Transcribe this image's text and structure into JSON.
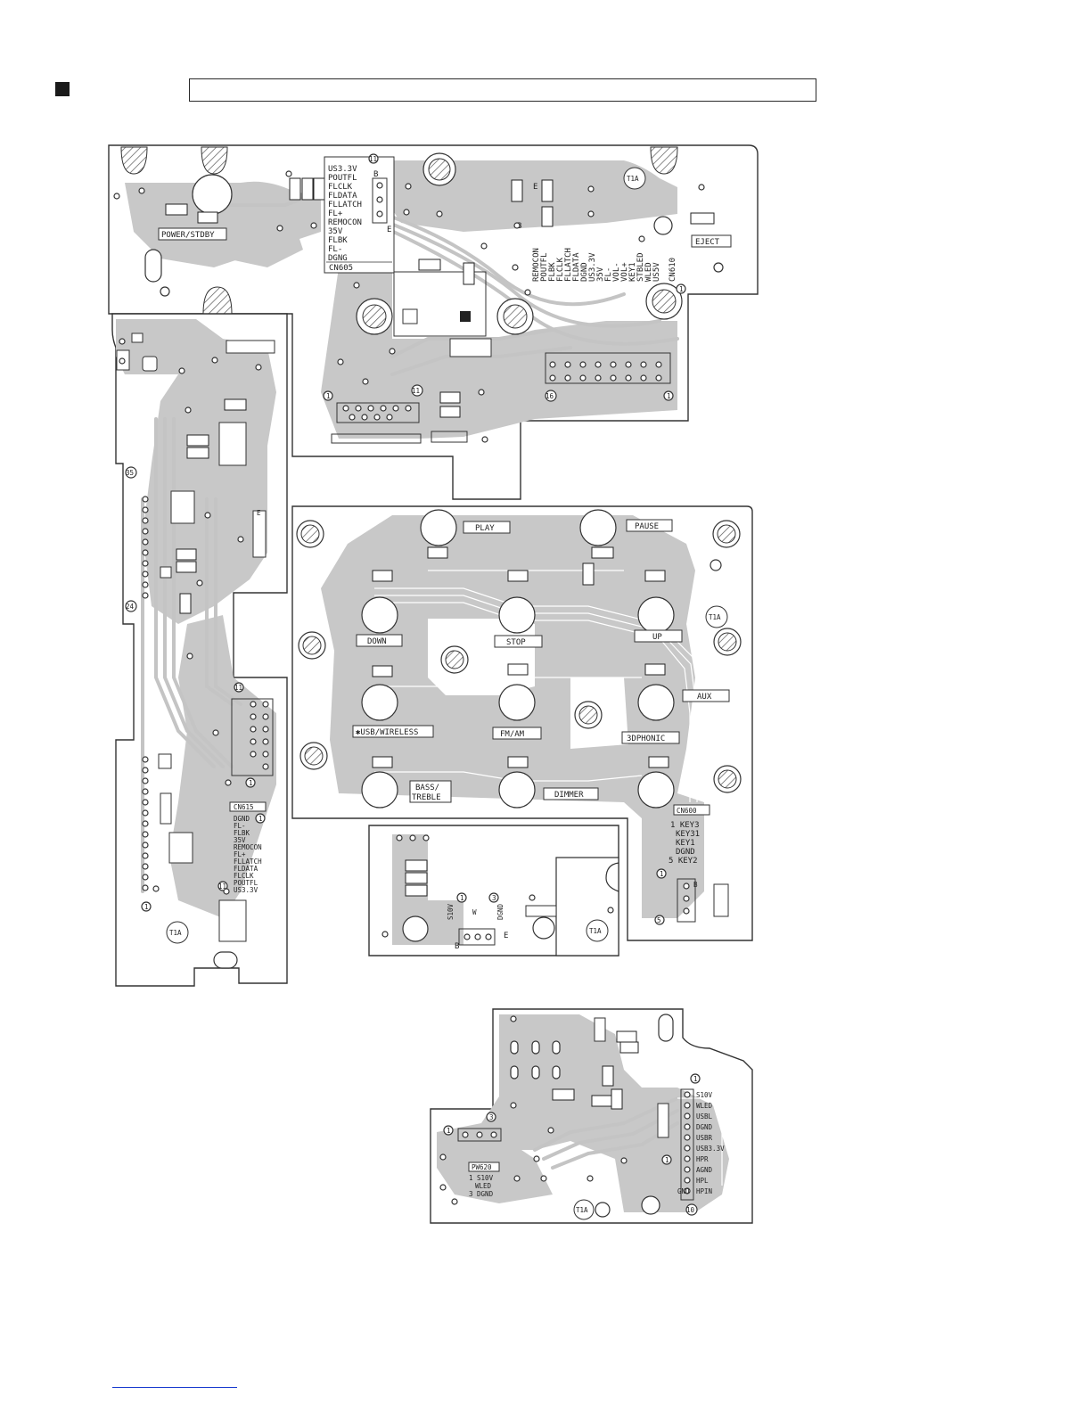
{
  "cn605": {
    "pins": [
      "US3.3V",
      "POUTFL",
      "FLCLK",
      "FLDATA",
      "FLLATCH",
      "FL+",
      "REMOCON",
      "35V",
      "FLBK",
      "FL-",
      "DGNG"
    ],
    "name": "CN605",
    "pin_first": "11",
    "marker_b": "B",
    "marker_e": "E"
  },
  "cn610": {
    "name": "CN610",
    "pins": [
      "US5V",
      "WLED",
      "STBLED",
      "KEY1",
      "VOL+",
      "VOL-",
      "FL-",
      "35V",
      "US3.3V",
      "DGND",
      "FLDATA",
      "FLLATCH",
      "FLCLK",
      "FLBK",
      "POUTFL",
      "REMOCON"
    ],
    "pin_one": "1",
    "pin_last": "16"
  },
  "top_board": {
    "power_label": "POWER/STDBY",
    "eject_label": "EJECT",
    "t1a": "T1A",
    "pin_one": "1",
    "pin_eleven": "11",
    "pin_sixteen": "16",
    "marker_b": "B",
    "marker_e": "E"
  },
  "left_board": {
    "cn615_name": "CN615",
    "cn615_pins": [
      "DGND",
      "FL-",
      "FLBK",
      "35V",
      "REMOCON",
      "FL+",
      "FLLATCH",
      "FLDATA",
      "FLCLK",
      "POUTFL",
      "US3.3V"
    ],
    "pin_one": "1",
    "pin_eleven": "11",
    "pin_35": "35",
    "pin_24": "24",
    "pin_e": "E",
    "t1a": "T1A"
  },
  "key_board": {
    "buttons": {
      "play": "PLAY",
      "pause": "PAUSE",
      "down": "DOWN",
      "stop": "STOP",
      "up": "UP",
      "aux": "AUX",
      "usb": "✱USB/WIRELESS",
      "fmam": "FM/AM",
      "threed": "3DPHONIC",
      "bass1": "BASS/",
      "bass2": "TREBLE",
      "dimmer": "DIMMER"
    },
    "cn600_name": "CN600",
    "cn600_pins": [
      "1 KEY3",
      "KEY31",
      "KEY1",
      "DGND",
      "5 KEY2"
    ],
    "t1a": "T1A",
    "pin_one": "1",
    "pin_five": "5",
    "pin_b": "B"
  },
  "small_board": {
    "w_label": "W",
    "pin_labels": [
      "S10V",
      "DGND"
    ],
    "t1a": "T1A",
    "pin_one": "1",
    "pin_three": "3",
    "marker_b": "B",
    "marker_e": "E"
  },
  "usb_board": {
    "pins": [
      "S10V",
      "WLED",
      "USBL",
      "DGND",
      "USBR",
      "USB3.3V",
      "HPR",
      "AGND",
      "HPL",
      "HPIN"
    ],
    "pin_one": "1",
    "pin_ten": "10",
    "pin_gnd": "GND",
    "pw620_name": "PW620",
    "pw620_pins": [
      "1 S10V",
      "WLED",
      "3 DGND"
    ],
    "pin_three": "3",
    "t1a": "T1A"
  }
}
